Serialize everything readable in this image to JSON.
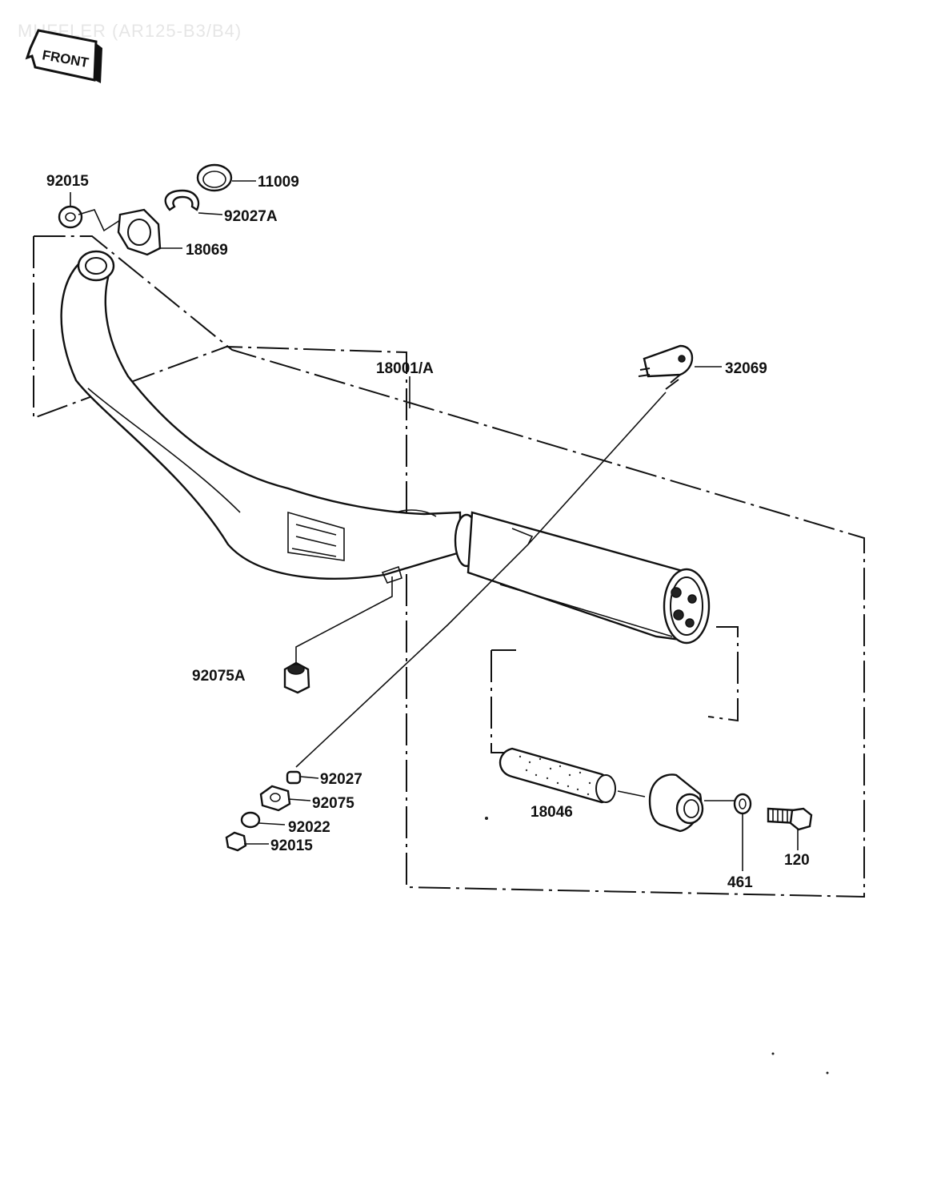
{
  "header": {
    "title": "MUFFLER (AR125-B3/B4)",
    "front_label": "FRONT"
  },
  "parts": {
    "p92015_top": "92015",
    "p11009": "11009",
    "p92027A": "92027A",
    "p18069": "18069",
    "p18001A": "18001/A",
    "p32069": "32069",
    "p92075A": "92075A",
    "p92027": "92027",
    "p92075": "92075",
    "p92022": "92022",
    "p92015_bottom": "92015",
    "p18046": "18046",
    "p461": "461",
    "p120": "120"
  }
}
